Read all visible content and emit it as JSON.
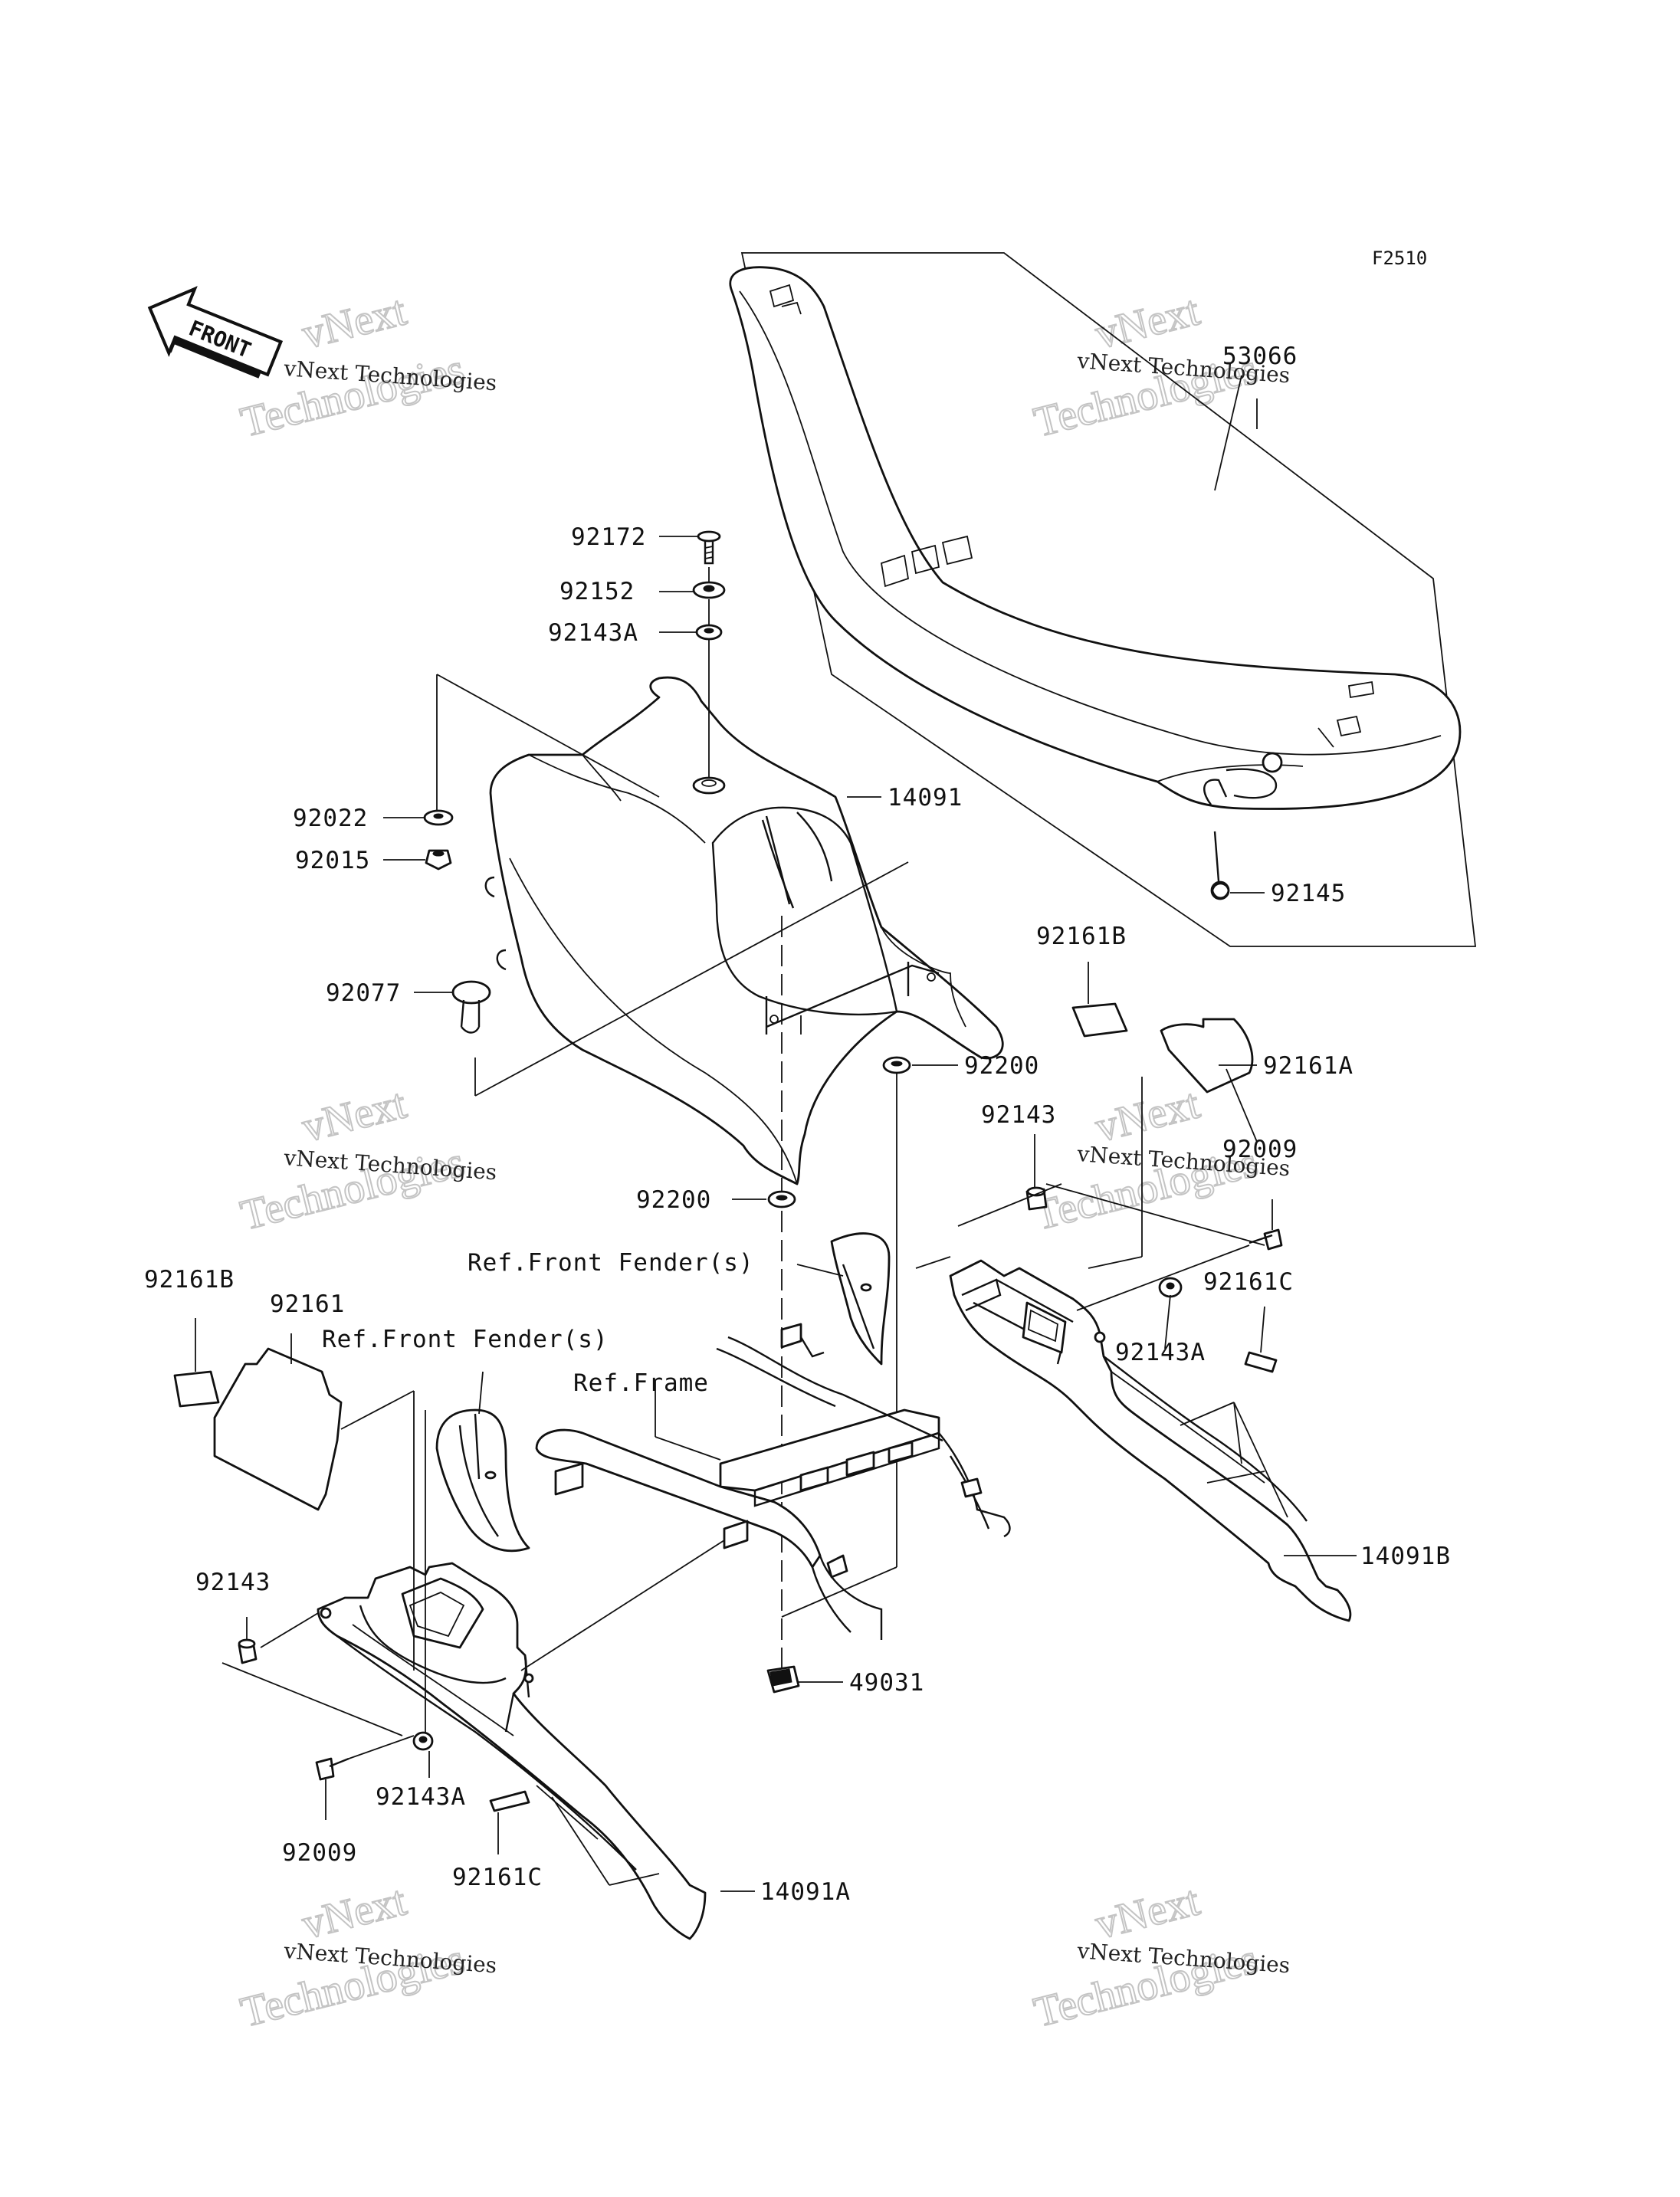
{
  "diagram": {
    "code": "F2510",
    "front_label": "FRONT",
    "watermark_script": "vNext Technologies",
    "watermark_outline_top": "vNext",
    "watermark_outline_bottom": "Technologies"
  },
  "labels": {
    "l53066": "53066",
    "l92172": "92172",
    "l92152": "92152",
    "l92143A_top": "92143A",
    "l14091": "14091",
    "l92022": "92022",
    "l92015": "92015",
    "l92145": "92145",
    "l92161B_right": "92161B",
    "l92077": "92077",
    "l92200_a": "92200",
    "l92161A": "92161A",
    "l92143_right": "92143",
    "l92009_right": "92009",
    "l92200_b": "92200",
    "ref_front_fender_1": "Ref.Front Fender(s)",
    "l92161C_right": "92161C",
    "l92161B_left": "92161B",
    "l92161": "92161",
    "ref_front_fender_2": "Ref.Front Fender(s)",
    "l92143A_mid": "92143A",
    "ref_frame": "Ref.Frame",
    "l14091B": "14091B",
    "l92143_left": "92143",
    "l49031": "49031",
    "l92143A_low": "92143A",
    "l92009_left": "92009",
    "l92161C_left": "92161C",
    "l14091A": "14091A"
  }
}
